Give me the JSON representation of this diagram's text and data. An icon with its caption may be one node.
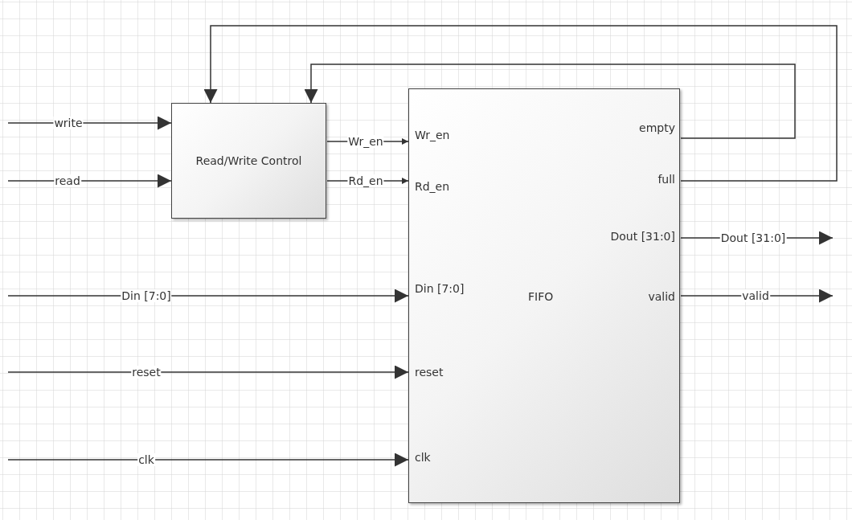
{
  "diagram": {
    "nodes": [
      {
        "text": [
          "Read/Write Control"
        ]
      },
      {
        "text": [
          "FIFO",
          "Wr_en",
          "Rd_en",
          "Din [7:0]",
          "reset",
          "clk",
          "empty",
          "full",
          "Dout [31:0]",
          "valid"
        ]
      }
    ],
    "edges": [
      {
        "from": null,
        "to": 0,
        "arrow": "to",
        "label": "write"
      },
      {
        "from": null,
        "to": 0,
        "arrow": "to",
        "label": "read"
      },
      {
        "from": 0,
        "to": 1,
        "arrow": "to",
        "label": "Wr_en"
      },
      {
        "from": 0,
        "to": 1,
        "arrow": "to",
        "label": "Rd_en"
      },
      {
        "from": null,
        "to": 1,
        "arrow": "to",
        "label": "Din [7:0]"
      },
      {
        "from": null,
        "to": 1,
        "arrow": "to",
        "label": "reset"
      },
      {
        "from": null,
        "to": 1,
        "arrow": "to",
        "label": "clk"
      },
      {
        "from": 1,
        "to": 0,
        "arrow": "to"
      },
      {
        "from": 1,
        "to": 0,
        "arrow": "to"
      },
      {
        "from": 1,
        "to": null,
        "arrow": "to",
        "label": "Dout [31:0]"
      },
      {
        "from": 1,
        "to": null,
        "arrow": "to",
        "label": "valid"
      }
    ]
  }
}
